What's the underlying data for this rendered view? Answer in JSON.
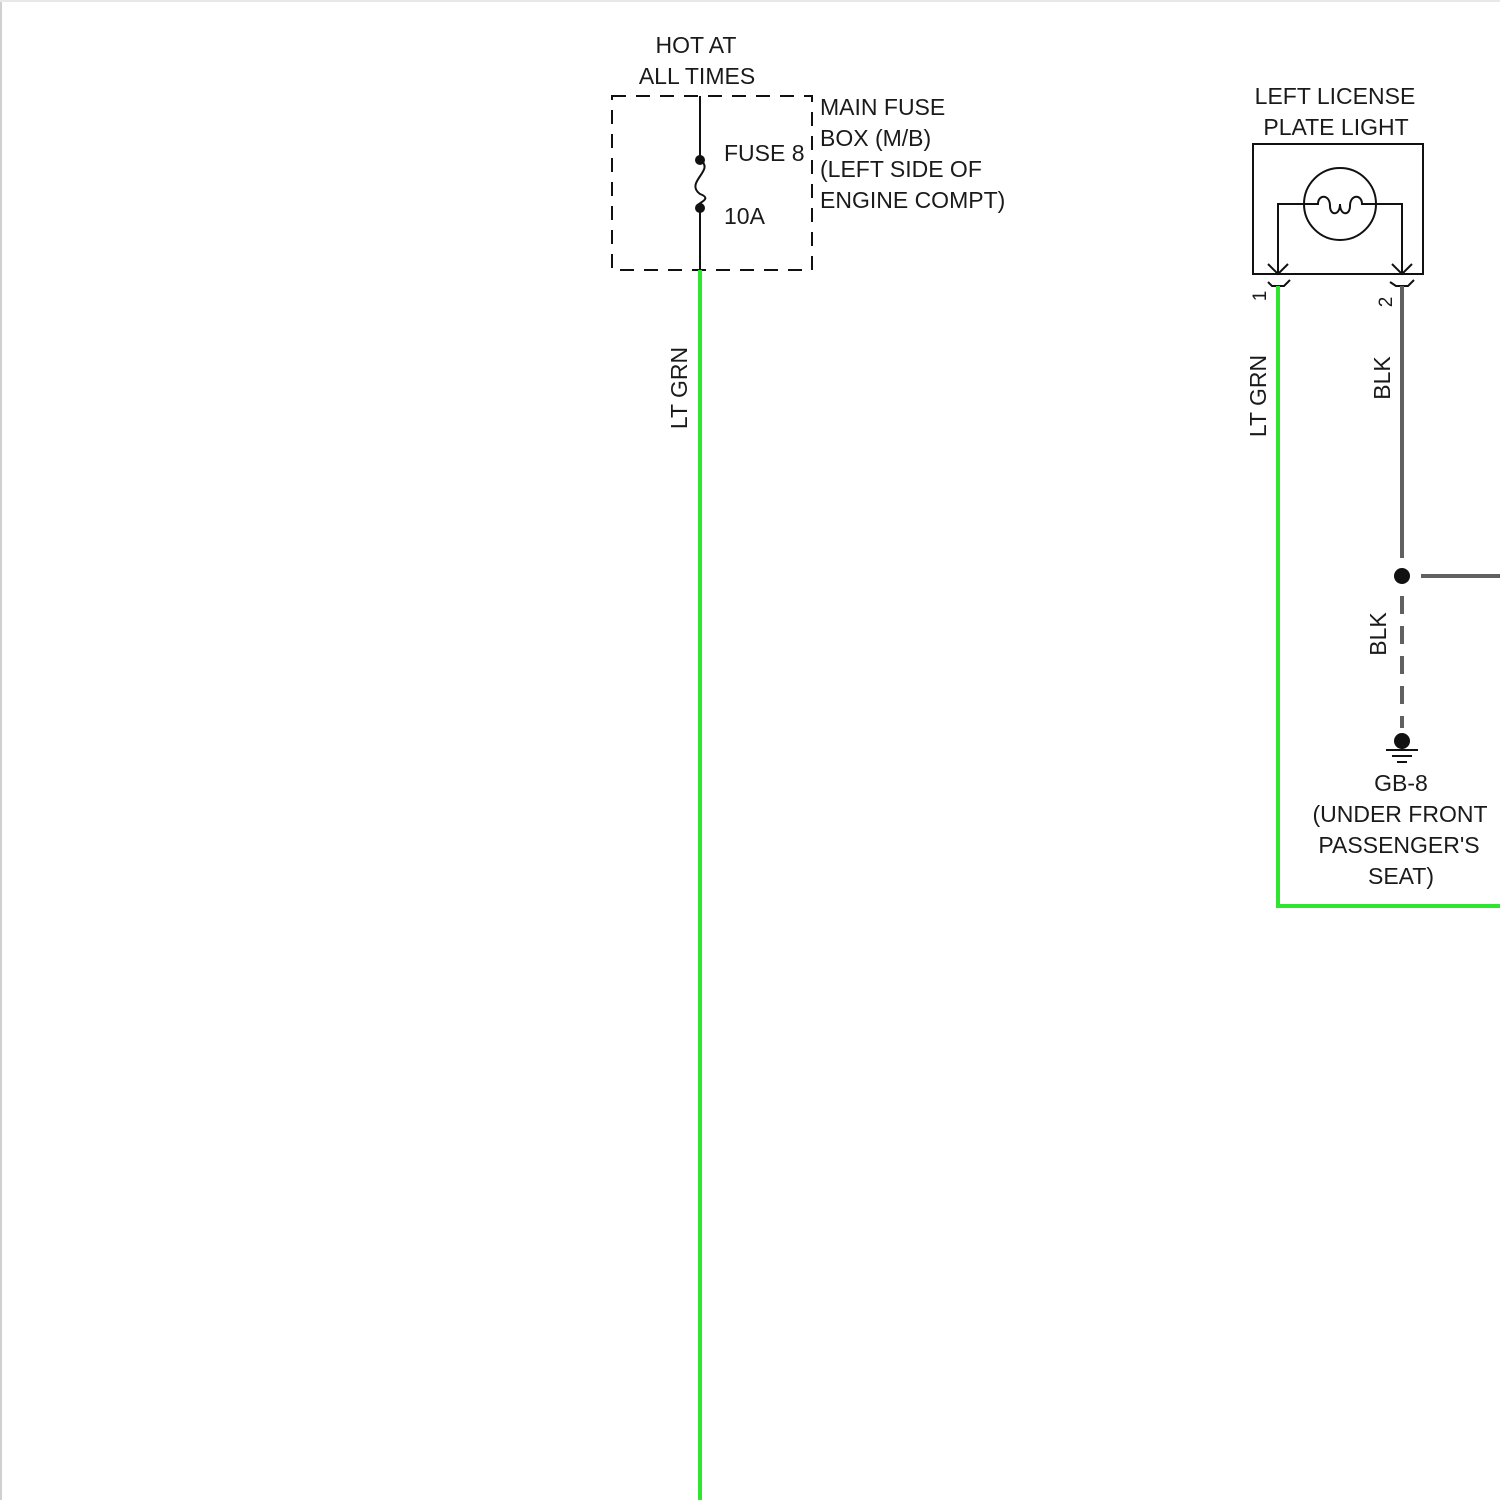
{
  "colors": {
    "wire_lt_grn": "#2fe52f",
    "wire_blk": "#606060",
    "ink": "#111111",
    "background": "#ffffff"
  },
  "power": {
    "line1": "HOT AT",
    "line2": "ALL TIMES"
  },
  "fuse_box": {
    "line1": "MAIN FUSE",
    "line2": "BOX (M/B)",
    "line3": "(LEFT SIDE OF",
    "line4": "ENGINE COMPT)",
    "fuse_name": "FUSE 8",
    "fuse_rating": "10A"
  },
  "license_light": {
    "line1": "LEFT LICENSE",
    "line2": "PLATE LIGHT",
    "pin1": "1",
    "pin2": "2"
  },
  "wires": {
    "main_feed": "LT GRN",
    "lamp_feed": "LT GRN",
    "lamp_ground": "BLK",
    "ground_lead": "BLK"
  },
  "ground": {
    "line1": "GB-8",
    "line2": "(UNDER FRONT",
    "line3": "PASSENGER'S",
    "line4": "SEAT)"
  }
}
